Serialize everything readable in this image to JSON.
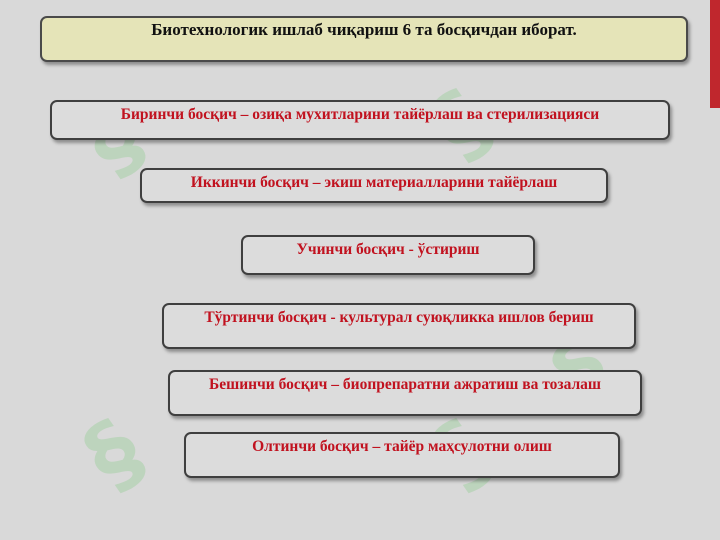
{
  "title": "Биотехнологик ишлаб чиқариш 6 та босқичдан иборат.",
  "stages": [
    "Биринчи босқич – озиқа мухитларини тайёрлаш ва стерилизацияси",
    "Иккинчи босқич – экиш материалларини тайёрлаш",
    "Учинчи босқич - ўстириш",
    "Тўртинчи босқич -  культурал суюқликка ишлов бериш",
    "Бешинчи босқич – биопрепаратни ажратиш ва тозалаш",
    "Олтинчи босқич –  тайёр маҳсулотни олиш"
  ],
  "colors": {
    "background": "#d9d9d9",
    "title_box": "#e5e4b8",
    "stage_text": "#c1121f",
    "accent": "#c0272d"
  }
}
